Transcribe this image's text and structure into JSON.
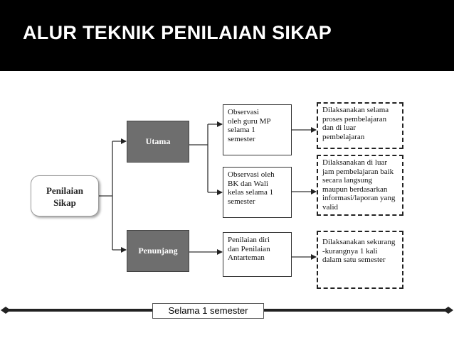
{
  "title": "ALUR TEKNIK PENILAIAN SIKAP",
  "root": {
    "label": "Penilaian\nSikap"
  },
  "categories": [
    {
      "label": "Utama"
    },
    {
      "label": "Penunjang"
    }
  ],
  "methods": [
    {
      "label": "Observasi\noleh guru MP\nselama 1\nsemester"
    },
    {
      "label": "Observasi oleh\nBK dan Wali\nkelas selama 1\nsemester"
    },
    {
      "label": "Penilaian diri\ndan Penilaian\nAntarteman"
    }
  ],
  "notes": [
    {
      "label": "Dilaksanakan selama\nproses pembelajaran\ndan di luar\npembelajaran"
    },
    {
      "label": "Dilaksanakan di luar\njam pembelajaran baik\nsecara langsung\nmaupun berdasarkan\ninformasi/laporan yang\nvalid"
    },
    {
      "label": "Dilaksanakan sekurang\n-kurangnya 1  kali\ndalam satu semester"
    }
  ],
  "timeline": {
    "label": "Selama 1 semester"
  },
  "colors": {
    "header_bg": "#000000",
    "category_fill": "#6e6e6e",
    "line": "#333333"
  }
}
